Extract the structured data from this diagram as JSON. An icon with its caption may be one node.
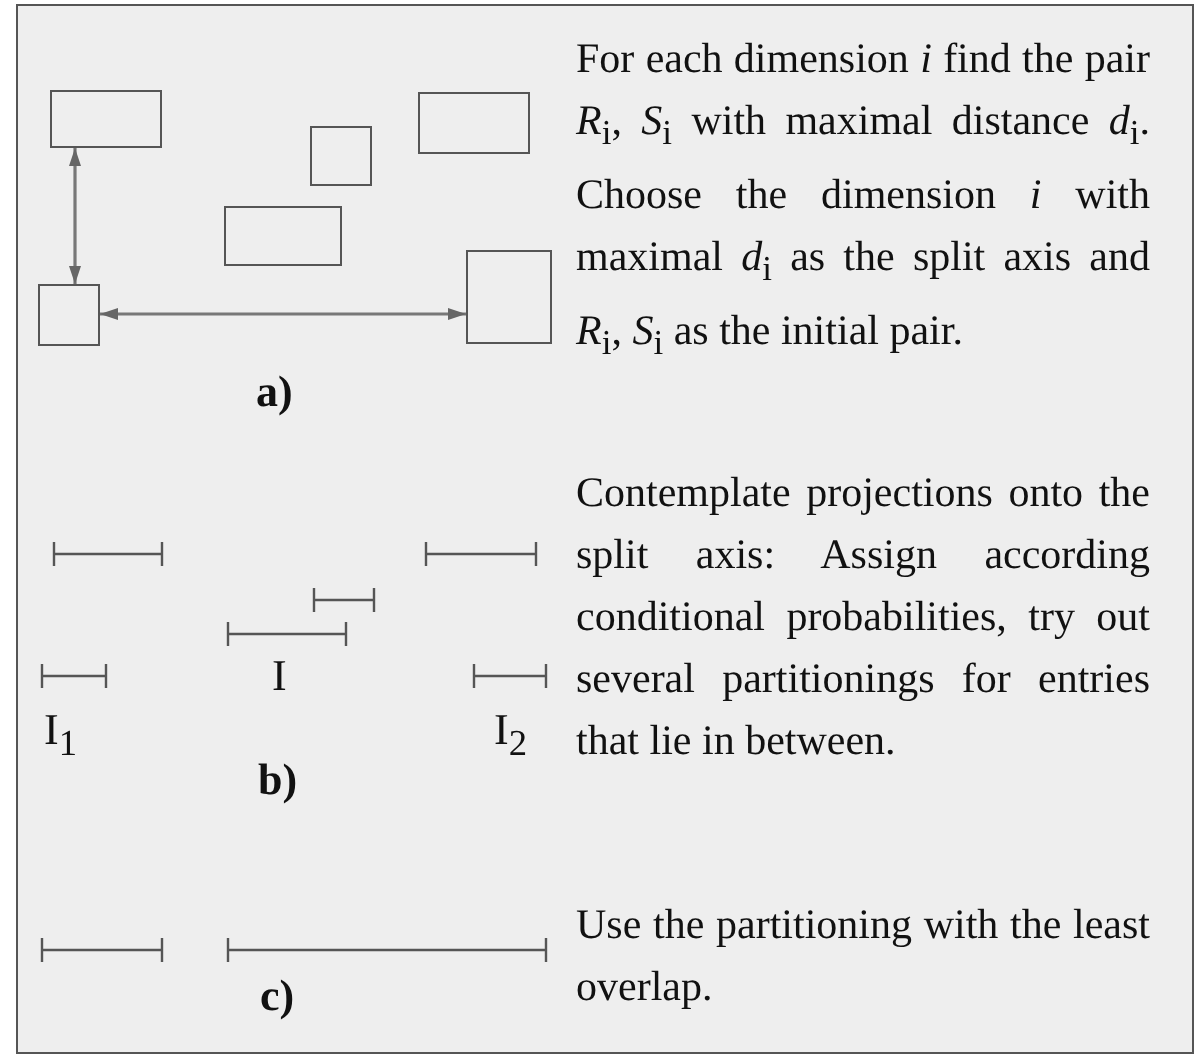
{
  "diagram": {
    "nodes": [
      {
        "text": [],
        "shape": "box"
      },
      {
        "text": [],
        "shape": "box"
      },
      {
        "text": [],
        "shape": "box"
      },
      {
        "text": [],
        "shape": "box"
      },
      {
        "text": [],
        "shape": "box"
      },
      {
        "text": [],
        "shape": "box"
      }
    ],
    "edges": [
      {
        "from": 0,
        "to": 4,
        "arrow": "both"
      },
      {
        "from": 4,
        "to": 5,
        "arrow": "both"
      }
    ],
    "labels": [
      "For each dimension *i* find the pair *R*$_{i}$, *S*$_{i}$ with maximal distance *d*$_{i}$. Choose the dimension *i* with maximal *d*$_{i}$ as the split axis and *R*$_{i}$, *S*$_{i}$ as the initial pair.",
      "a)",
      "Contemplate projections onto the split axis: Assign according conditional probabilities, try out several partitionings for entries that lie in between.",
      "I",
      "I$_{1}$",
      "I$_{2}$",
      "b)",
      "Use the partitioning with the least overlap.",
      "c)"
    ]
  }
}
